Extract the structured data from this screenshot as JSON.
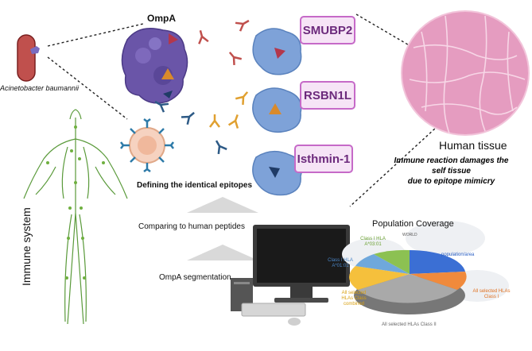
{
  "labels": {
    "ompa": "OmpA",
    "bacterium": "Acinetobacter baumannii",
    "immune_system": "Immune system",
    "human_tissue": "Human tissue",
    "immune_reaction_line1": "Immune reaction damages the",
    "immune_reaction_line2": "self tissue",
    "immune_reaction_line3": "due to epitope mimicry",
    "defining_epitopes": "Defining the identical epitopes",
    "comparing_peptides": "Comparing to human peptides",
    "ompa_segmentation": "OmpA segmentation"
  },
  "proteins": [
    "SMUBP2",
    "RSBN1L",
    "Isthmin-1"
  ],
  "population_coverage": {
    "title": "Population Coverage",
    "map_label": "WORLD",
    "slices": [
      {
        "label": "population/area",
        "color": "#3b6fd4"
      },
      {
        "label": "All selected HLAs Class I",
        "color": "#f08a3c"
      },
      {
        "label": "All selected HLAs Class II",
        "color": "#a9a9a9"
      },
      {
        "label": "All selected HLAs Class combined",
        "color": "#f5c03c"
      },
      {
        "label": "Class I HLA A*01:01",
        "color": "#6fa8dc"
      },
      {
        "label": "Class I HLA A*03:01",
        "color": "#8cc152"
      }
    ]
  },
  "colors": {
    "box_border": "#c66ac8",
    "box_fill": "#f6e4f6",
    "ompa_protein": "#6a55a8",
    "human_protein": "#7ea2d8",
    "tissue": "#e59cc0"
  }
}
